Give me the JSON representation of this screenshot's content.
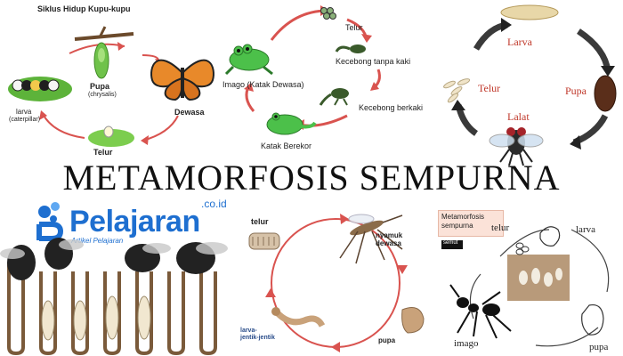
{
  "butterfly": {
    "title": "Siklus Hidup Kupu-kupu",
    "pupa": "Pupa",
    "pupa_sub": "(chrysalis)",
    "dewasa": "Dewasa",
    "larva": "larva",
    "larva_sub": "(caterpillar)",
    "telur": "Telur"
  },
  "frog": {
    "telur": "Telur",
    "kecebong_tanpa_kaki": "Kecebong tanpa kaki",
    "kecebong_berkaki": "Kecebong berkaki",
    "katak_berekor": "Katak Berekor",
    "imago": "Imago (Katak Dewasa)"
  },
  "fly": {
    "larva": "Larva",
    "pupa": "Pupa",
    "lalat": "Lalat",
    "telur": "Telur"
  },
  "main_title": "METAMORFOSIS SEMPURNA",
  "brand": {
    "word": "Pelajaran",
    "domain": ".co.id",
    "tagline": "Artikel Pelajaran"
  },
  "mosquito": {
    "telur": "telur",
    "nyamuk_dewasa": "nyamuk\ndewasa",
    "larva": "larva-\njentik-jentik",
    "pupa": "pupa"
  },
  "ant": {
    "box_title": "Metamorfosis sempurna",
    "semut": "semut",
    "telur": "telur",
    "larva": "larva",
    "imago": "imago",
    "pupa": "pupa"
  },
  "colors": {
    "arrow_red": "#d9534f",
    "brand_blue": "#1e6fd0",
    "label_red": "#c0392b"
  }
}
